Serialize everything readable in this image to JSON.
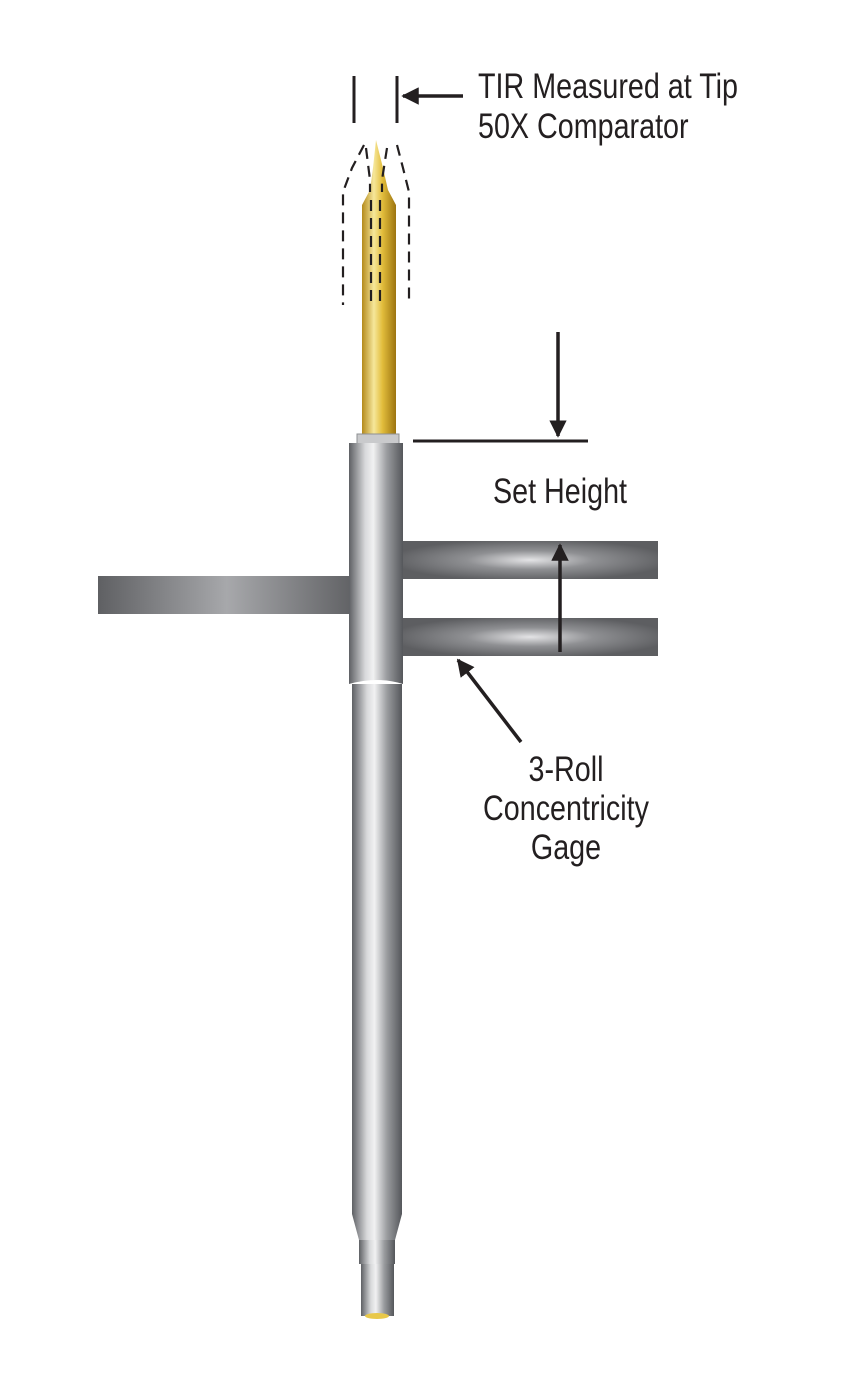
{
  "labels": {
    "tir_line1": "TIR Measured at Tip",
    "tir_line2": "50X Comparator",
    "set_height": "Set Height",
    "gage_line1": "3-Roll",
    "gage_line2": "Concentricity",
    "gage_line3": "Gage"
  },
  "colors": {
    "ink": "#231f20",
    "gold_tip": "#e8c84a",
    "steel": "#8c8e91",
    "gage_plate": "#6d6e71"
  }
}
